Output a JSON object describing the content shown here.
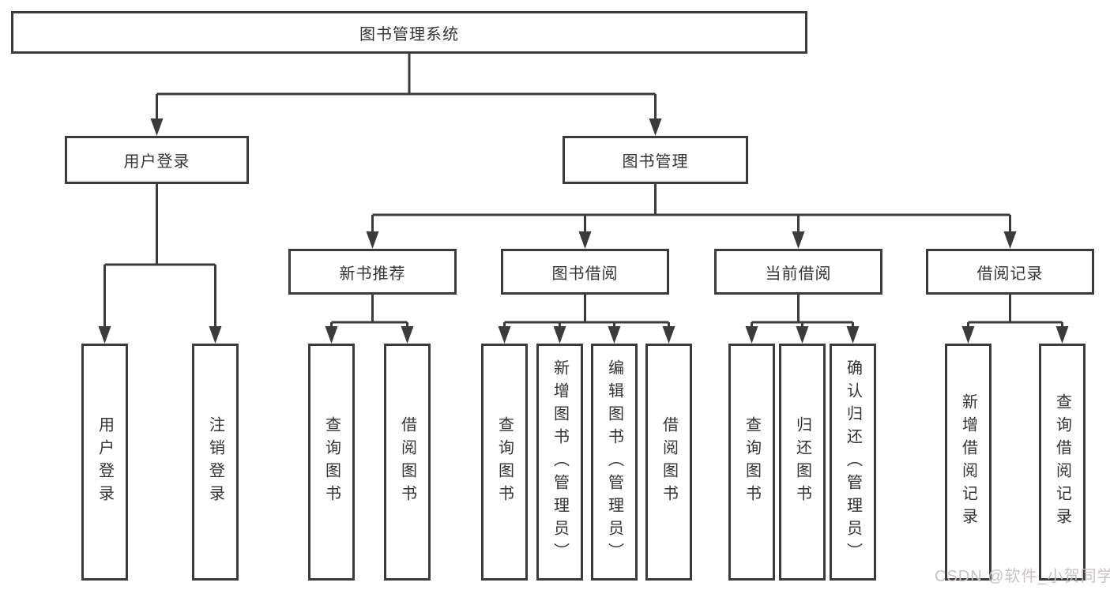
{
  "colors": {
    "line": "#3b3b3b",
    "text": "#333333",
    "background": "#ffffff",
    "watermark": "#c9c2c5"
  },
  "tree": {
    "root": {
      "label": "图书管理系统"
    },
    "login": {
      "label": "用户登录",
      "leaves": [
        "用户登录",
        "注销登录"
      ]
    },
    "manage": {
      "label": "图书管理",
      "groups": [
        {
          "label": "新书推荐",
          "leaves": [
            "查询图书",
            "借阅图书"
          ]
        },
        {
          "label": "图书借阅",
          "leaves": [
            "查询图书",
            "新增图书（管理员）",
            "编辑图书（管理员）",
            "借阅图书"
          ]
        },
        {
          "label": "当前借阅",
          "leaves": [
            "查询图书",
            "归还图书",
            "确认归还（管理员）"
          ]
        },
        {
          "label": "借阅记录",
          "leaves": [
            "新增借阅记录",
            "查询借阅记录"
          ]
        }
      ]
    }
  },
  "watermark": {
    "text": "CSDN @软件_小贺同学"
  }
}
